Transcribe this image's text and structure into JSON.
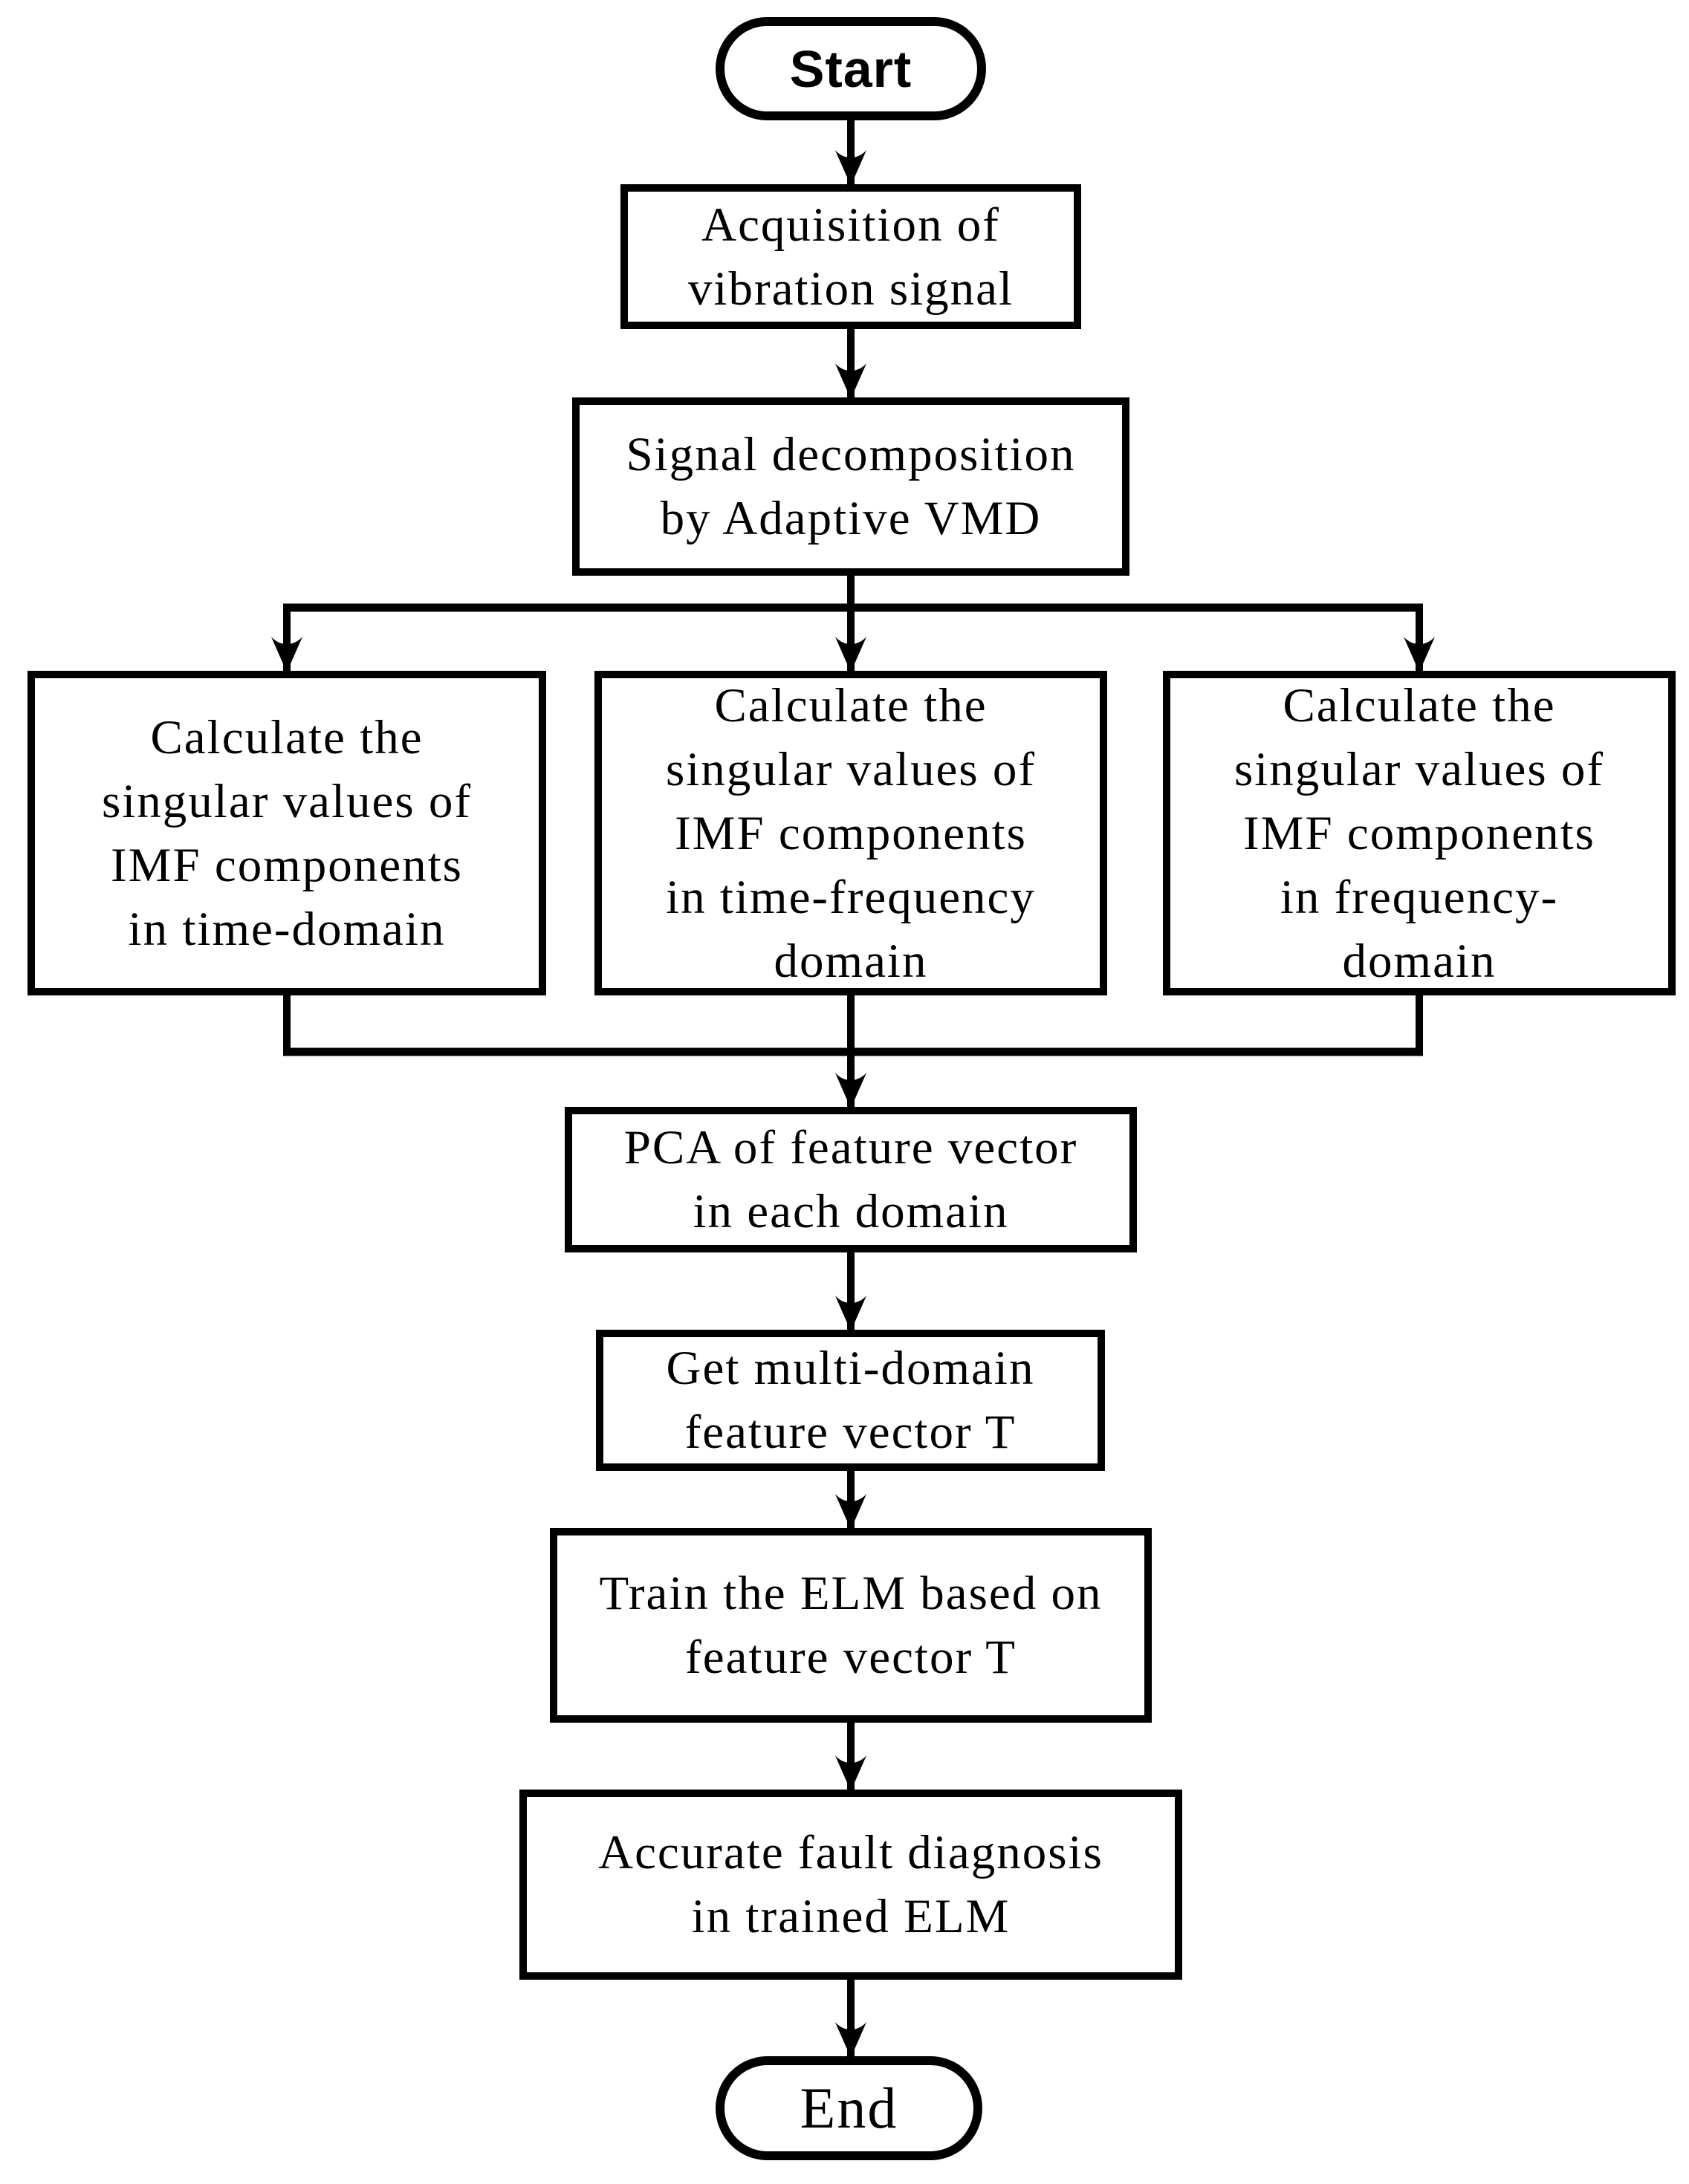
{
  "palette": {
    "ink": "#000000",
    "paper": "#ffffff"
  },
  "flowchart": {
    "nodes": {
      "start": {
        "shape": "terminator",
        "label": "Start"
      },
      "acquisition": {
        "shape": "process",
        "text": "Acquisition of vibration signal",
        "lines": [
          "Acquisition of",
          "vibration signal"
        ]
      },
      "vmd": {
        "shape": "process",
        "text": "Signal decomposition by Adaptive VMD",
        "lines": [
          "Signal decomposition",
          "by Adaptive VMD"
        ]
      },
      "calc_time": {
        "shape": "process",
        "text": "Calculate the singular values of IMF components in time-domain",
        "lines": [
          "Calculate the",
          "singular values of",
          "IMF components",
          "in time-domain"
        ]
      },
      "calc_time_freq": {
        "shape": "process",
        "text": "Calculate the singular values of IMF components in time-frequency domain",
        "lines": [
          "Calculate the",
          "singular values of",
          "IMF components",
          "in time-frequency",
          "domain"
        ]
      },
      "calc_freq": {
        "shape": "process",
        "text": "Calculate the singular values of IMF components in frequency-domain",
        "lines": [
          "Calculate the",
          "singular values of",
          "IMF components",
          "in frequency-",
          "domain"
        ]
      },
      "pca": {
        "shape": "process",
        "text": "PCA of feature vector in each domain",
        "lines": [
          "PCA of feature vector",
          "in each domain"
        ]
      },
      "multi_domain": {
        "shape": "process",
        "text": "Get multi-domain feature vector T",
        "lines": [
          "Get multi-domain",
          "feature vector T"
        ]
      },
      "train_elm": {
        "shape": "process",
        "text": "Train the ELM based on feature vector T",
        "lines": [
          "Train the ELM based on",
          "feature vector T"
        ]
      },
      "diagnosis": {
        "shape": "process",
        "text": "Accurate fault diagnosis in trained ELM",
        "lines": [
          "Accurate fault diagnosis",
          "in trained ELM"
        ]
      },
      "end": {
        "shape": "terminator",
        "label": "End"
      }
    }
  }
}
